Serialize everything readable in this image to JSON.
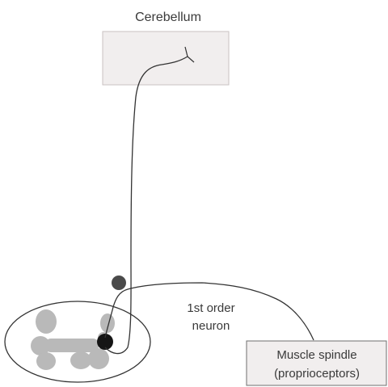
{
  "labels": {
    "cerebellum": "Cerebellum",
    "first_order_line1": "1st order",
    "first_order_line2": "neuron",
    "spindle_line1": "Muscle spindle",
    "spindle_line2": "(proprioceptors)"
  },
  "colors": {
    "box_fill": "#f1eeee",
    "box_stroke": "#c9c2c2",
    "line": "#333333",
    "gray_matter": "#b9b9b9",
    "neuron_dark": "#151515",
    "ganglion": "#4a4a4a",
    "text": "#3a3a3a"
  }
}
